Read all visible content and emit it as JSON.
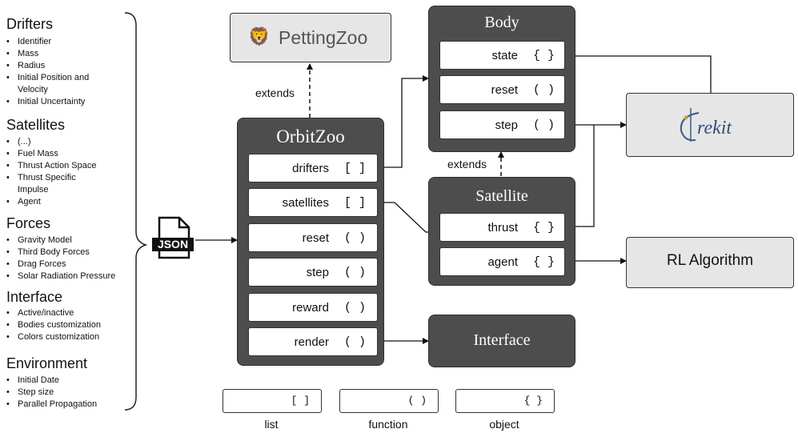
{
  "config": {
    "sections": [
      {
        "title": "Drifters",
        "items": [
          "Identifier",
          "Mass",
          "Radius",
          "Initial Position and Velocity",
          "Initial Uncertainty"
        ]
      },
      {
        "title": "Satellites",
        "items": [
          "(...)",
          "Fuel Mass",
          "Thrust Action Space",
          "Thrust Specific Impulse",
          "Agent"
        ]
      },
      {
        "title": "Forces",
        "items": [
          "Gravity Model",
          "Third Body Forces",
          "Drag Forces",
          "Solar Radiation Pressure"
        ]
      },
      {
        "title": "Interface",
        "items": [
          "Active/inactive",
          "Bodies customization",
          "Colors customization"
        ]
      },
      {
        "title": "Environment",
        "items": [
          "Initial Date",
          "Step size",
          "Parallel Propagation"
        ]
      }
    ]
  },
  "json_file_label": "JSON",
  "pettingzoo_label": "PettingZoo",
  "extends_label": "extends",
  "orbitzoo": {
    "title": "OrbitZoo",
    "rows": [
      {
        "name": "drifters",
        "sym": "[ ]"
      },
      {
        "name": "satellites",
        "sym": "[ ]"
      },
      {
        "name": "reset",
        "sym": "( )"
      },
      {
        "name": "step",
        "sym": "( )"
      },
      {
        "name": "reward",
        "sym": "( )"
      },
      {
        "name": "render",
        "sym": "( )"
      }
    ]
  },
  "body": {
    "title": "Body",
    "rows": [
      {
        "name": "state",
        "sym": "{ }"
      },
      {
        "name": "reset",
        "sym": "( )"
      },
      {
        "name": "step",
        "sym": "( )"
      }
    ]
  },
  "satellite": {
    "title": "Satellite",
    "rows": [
      {
        "name": "thrust",
        "sym": "{ }"
      },
      {
        "name": "agent",
        "sym": "{ }"
      }
    ]
  },
  "orekit_label": "Orekit",
  "orekit_text": "rekit",
  "rl_label": "RL Algorithm",
  "interface_label": "Interface",
  "legend": [
    {
      "sym": "[ ]",
      "label": "list"
    },
    {
      "sym": "( )",
      "label": "function"
    },
    {
      "sym": "{ }",
      "label": "object"
    }
  ]
}
